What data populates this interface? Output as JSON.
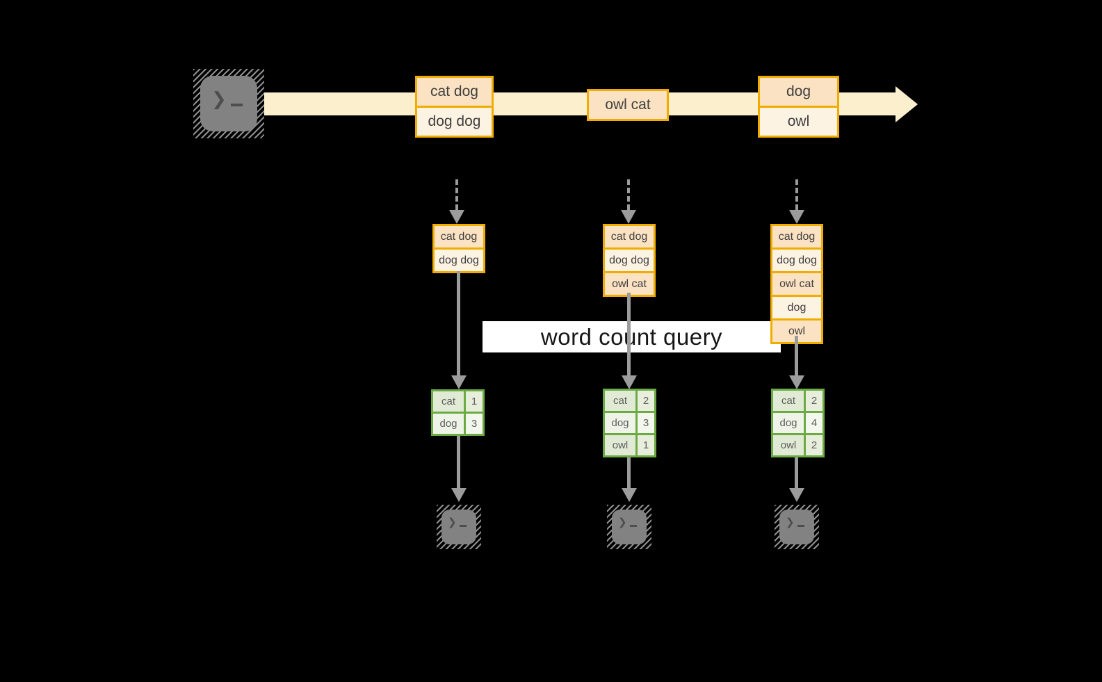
{
  "banner": {
    "label": "word count query"
  },
  "stream": {
    "source_icon": "terminal-icon",
    "events": [
      {
        "lines": [
          "cat dog",
          "dog dog"
        ]
      },
      {
        "lines": [
          "owl cat"
        ]
      },
      {
        "lines": [
          "dog",
          "owl"
        ]
      }
    ]
  },
  "pipelines": [
    {
      "buffer": [
        "cat dog",
        "dog dog"
      ],
      "counts": [
        {
          "word": "cat",
          "count": "1"
        },
        {
          "word": "dog",
          "count": "3"
        }
      ]
    },
    {
      "buffer": [
        "cat dog",
        "dog dog",
        "owl cat"
      ],
      "counts": [
        {
          "word": "cat",
          "count": "2"
        },
        {
          "word": "dog",
          "count": "3"
        },
        {
          "word": "owl",
          "count": "1"
        }
      ]
    },
    {
      "buffer": [
        "cat dog",
        "dog dog",
        "owl cat",
        "dog",
        "owl"
      ],
      "counts": [
        {
          "word": "cat",
          "count": "2"
        },
        {
          "word": "dog",
          "count": "4"
        },
        {
          "word": "owl",
          "count": "2"
        }
      ]
    }
  ],
  "colors": {
    "background": "#000000",
    "stream_band": "#FBEFCE",
    "event_border": "#F0AD00",
    "event_fill_a": "#FAE2C2",
    "event_fill_b": "#FDF3E3",
    "table_border": "#6CAB44",
    "table_fill_a": "#E1EAD5",
    "table_fill_b": "#EFF4E9",
    "arrow_gray": "#9C9C9C",
    "terminal_gray": "#828282"
  }
}
